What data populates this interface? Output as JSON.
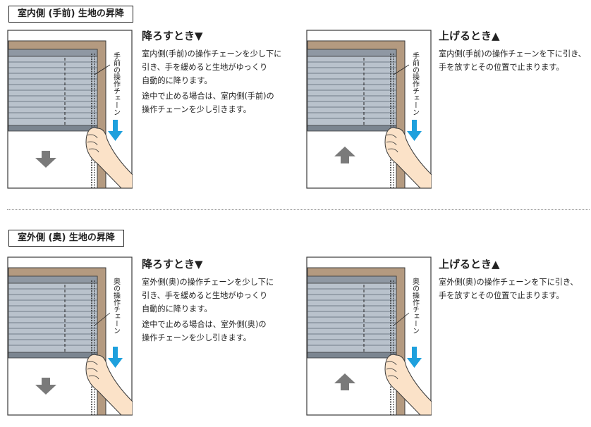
{
  "sections": [
    {
      "title": "室内側 (手前) 生地の昇降",
      "illustrations": [
        {
          "chain_label": "手前の操作チェーン",
          "arrow": "down"
        },
        {
          "chain_label": "手前の操作チェーン",
          "arrow": "up"
        }
      ],
      "lower": {
        "heading": "降ろすとき▼",
        "lines": [
          "室内側(手前)の操作チェーンを少し下に",
          "引き、手を緩めると生地がゆっくり",
          "自動的に降ります。"
        ],
        "note_lines": [
          "途中で止める場合は、室内側(手前)の",
          "操作チェーンを少し引きます。"
        ]
      },
      "raise": {
        "heading": "上げるとき▲",
        "lines": [
          "室内側(手前)の操作チェーンを下に引き、",
          "手を放すとその位置で止まります。"
        ]
      }
    },
    {
      "title": "室外側 (奥) 生地の昇降",
      "illustrations": [
        {
          "chain_label": "奥の操作チェーン",
          "arrow": "down"
        },
        {
          "chain_label": "奥の操作チェーン",
          "arrow": "up"
        }
      ],
      "lower": {
        "heading": "降ろすとき▼",
        "lines": [
          "室外側(奥)の操作チェーンを少し下に",
          "引き、手を緩めると生地がゆっくり",
          "自動的に降ります。"
        ],
        "note_lines": [
          "途中で止める場合は、室外側(奥)の",
          "操作チェーンを少し引きます。"
        ]
      },
      "raise": {
        "heading": "上げるとき▲",
        "lines": [
          "室外側(奥)の操作チェーンを下に引き、",
          "手を放すとその位置で止まります。"
        ]
      }
    }
  ],
  "colors": {
    "frame": "#b49a80",
    "frame_border": "#3a3a3a",
    "blind": "#b9c2cc",
    "blind_line": "#5a6470",
    "blue_arrow": "#1ea0dd",
    "gray_arrow": "#7a7a7a",
    "skin": "#fbe2c8"
  },
  "icons": {
    "down_arrow": "blue-down-arrow-icon",
    "move_arrow": "gray-direction-arrow-icon",
    "hand": "hand-pulling-chain-icon"
  }
}
